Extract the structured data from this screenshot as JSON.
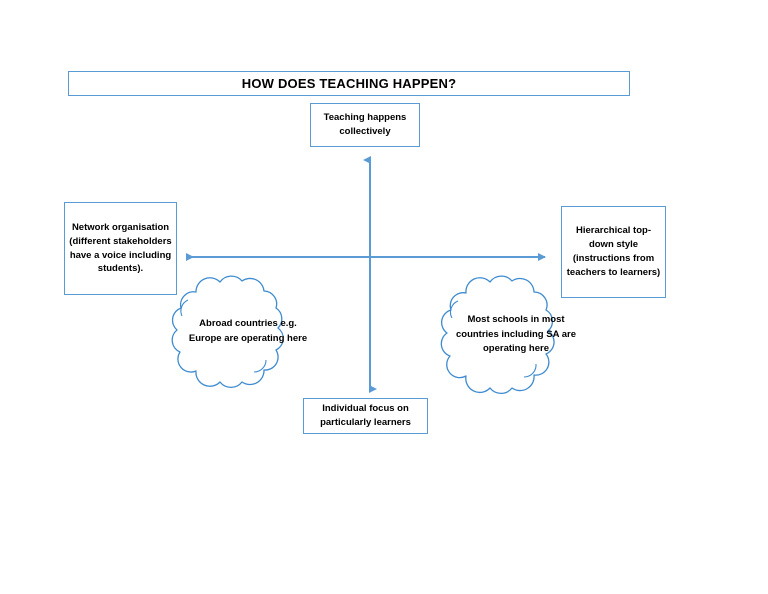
{
  "diagram": {
    "title": "HOW DOES TEACHING HAPPEN?",
    "accent_color": "#5B9BD5",
    "background_color": "#FFFFFF",
    "text_color": "#000000",
    "axes": {
      "vertical": {
        "top_label": "Teaching happens collectively",
        "bottom_label": "Individual focus on particularly learners",
        "arrowheads": "both"
      },
      "horizontal": {
        "left_label": "Network organisation (different stakeholders have a voice including students).",
        "right_label": "Hierarchical top-down style (instructions from teachers to learners)",
        "arrowheads": "both"
      }
    },
    "nodes": {
      "top_box": "Teaching happens collectively",
      "left_box": "Network organisation (different stakeholders have a voice including students).",
      "right_box": "Hierarchical top-down style (instructions from teachers to learners)",
      "bottom_box": "Individual focus on particularly learners"
    },
    "clouds": {
      "left": "Abroad countries e.g. Europe are operating here",
      "right": "Most schools in most countries including SA are operating here"
    }
  }
}
